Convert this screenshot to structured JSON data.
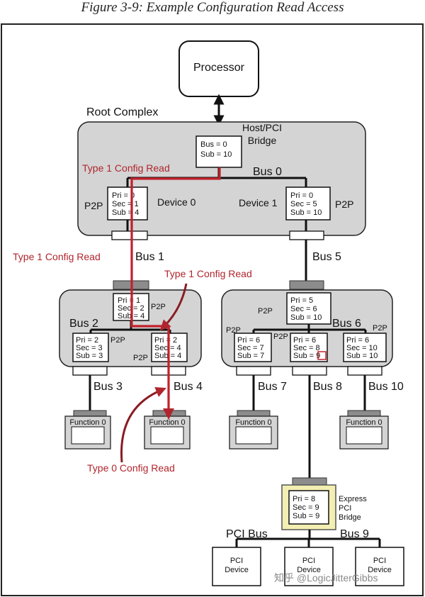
{
  "figure_title": "Figure 3-9: Example Configuration Read Access",
  "processor": "Processor",
  "root_complex": "Root Complex",
  "host_bridge": {
    "name_line1": "Host/PCI",
    "name_line2": "Bridge",
    "bus": "Bus = 0",
    "sub": "Sub = 10"
  },
  "p2p": "P2P",
  "device0": {
    "label": "Device 0",
    "pri": "Pri = 0",
    "sec": "Sec = 1",
    "sub": "Sub = 4"
  },
  "device1": {
    "label": "Device 1",
    "pri": "Pri = 0",
    "sec": "Sec = 5",
    "sub": "Sub = 10"
  },
  "switch_left": {
    "up": {
      "pri": "Pri = 1",
      "sec": "Sec = 2",
      "sub": "Sub = 4"
    },
    "down_a": {
      "pri": "Pri = 2",
      "sec": "Sec = 3",
      "sub": "Sub = 3"
    },
    "down_b": {
      "pri": "Pri = 2",
      "sec": "Sec = 4",
      "sub": "Sub = 4"
    }
  },
  "switch_right": {
    "up": {
      "pri": "Pri = 5",
      "sec": "Sec = 6",
      "sub": "Sub = 10"
    },
    "down_a": {
      "pri": "Pri = 6",
      "sec": "Sec = 7",
      "sub": "Sub = 7"
    },
    "down_b": {
      "pri": "Pri = 6",
      "sec": "Sec = 8",
      "sub": "Sub = 9"
    },
    "down_c": {
      "pri": "Pri = 6",
      "sec": "Sec = 10",
      "sub": "Sub = 10"
    }
  },
  "express_bridge": {
    "line1": "Express",
    "line2": "PCI",
    "line3": "Bridge",
    "pri": "Pri = 8",
    "sec": "Sec = 9",
    "sub": "Sub = 9"
  },
  "buses": {
    "b0": "Bus 0",
    "b1": "Bus 1",
    "b2": "Bus 2",
    "b3": "Bus 3",
    "b4": "Bus 4",
    "b5": "Bus 5",
    "b6": "Bus 6",
    "b7": "Bus 7",
    "b8": "Bus 8",
    "b9": "Bus 9",
    "b10": "Bus 10",
    "pci": "PCI Bus"
  },
  "function0": "Function 0",
  "pci_device": {
    "line1": "PCI",
    "line2": "Device"
  },
  "annotations": {
    "type1": "Type 1 Config Read",
    "type0": "Type 0 Config Read"
  },
  "watermark": "知乎 @LogicJitterGibbs",
  "colors": {
    "red": "#c0222a",
    "shade": "#d4d4d4",
    "bridge_highlight": "#f3efb2"
  }
}
